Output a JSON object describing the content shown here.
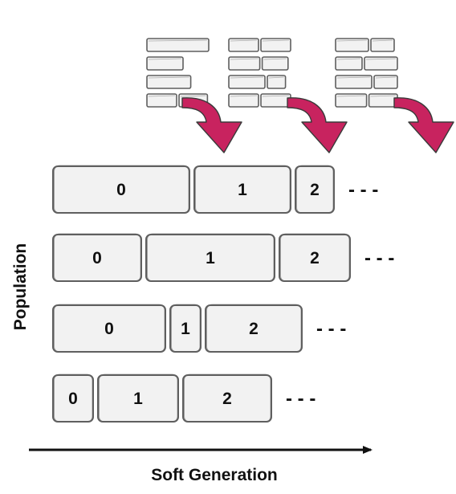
{
  "axes": {
    "ylabel": "Population",
    "xlabel": "Soft Generation"
  },
  "colors": {
    "box_fill": "#f2f2f2",
    "box_stroke": "#5f5f5f",
    "arrow_fill": "#c8235f",
    "arrow_stroke": "#3a3a3a",
    "axis": "#111111",
    "text": "#111111"
  },
  "icons": {
    "stack": "brick-stack-icon",
    "arrow": "curved-arrow-icon",
    "ellipsis": "ellipsis-icon"
  },
  "brick_stacks": [
    {
      "rows": [
        [
          1
        ],
        [
          0.6
        ],
        [
          0.72
        ],
        [
          0.5,
          0.48
        ]
      ]
    },
    {
      "rows": [
        [
          0.5,
          0.5
        ],
        [
          0.52,
          0.44
        ],
        [
          0.6,
          0.32
        ],
        [
          0.5,
          0.5
        ]
      ]
    },
    {
      "rows": [
        [
          0.55,
          0.4
        ],
        [
          0.45,
          0.55
        ],
        [
          0.6,
          0.4
        ],
        [
          0.52,
          0.48
        ]
      ]
    }
  ],
  "rows": [
    {
      "segments": [
        {
          "label": "0",
          "size": 170
        },
        {
          "label": "1",
          "size": 120
        },
        {
          "label": "2",
          "size": 48
        }
      ],
      "ellipsis": "- - -"
    },
    {
      "segments": [
        {
          "label": "0",
          "size": 110
        },
        {
          "label": "1",
          "size": 160
        },
        {
          "label": "2",
          "size": 88
        }
      ],
      "ellipsis": "- - -"
    },
    {
      "segments": [
        {
          "label": "0",
          "size": 140
        },
        {
          "label": "1",
          "size": 38
        },
        {
          "label": "2",
          "size": 120
        }
      ],
      "ellipsis": "- - -"
    },
    {
      "segments": [
        {
          "label": "0",
          "size": 50
        },
        {
          "label": "1",
          "size": 100
        },
        {
          "label": "2",
          "size": 110
        }
      ],
      "ellipsis": "- - -"
    }
  ]
}
